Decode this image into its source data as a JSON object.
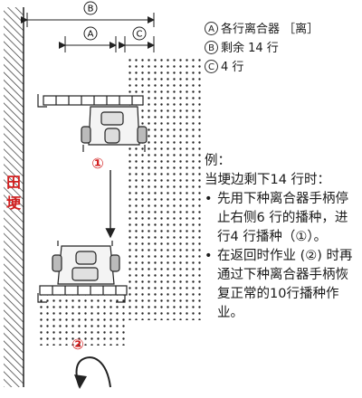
{
  "dimension_labels": {
    "a": "A",
    "b": "B",
    "c": "C"
  },
  "legend": [
    {
      "mark": "A",
      "text": "各行离合器 ［离］"
    },
    {
      "mark": "B",
      "text": "剩余 14 行"
    },
    {
      "mark": "C",
      "text": "4 行"
    }
  ],
  "field_label": "田埂",
  "step_markers": {
    "one": "①",
    "two": "②"
  },
  "note": {
    "heading": "例：",
    "intro": "当埂边剩下14 行时：",
    "bullets": [
      "先用下种离合器手柄停止右侧6 行的播种，进行4 行播种（①）。",
      "在返回时作业 (②) 时再通过下种离合器手柄恢复正常的10行播种作业。"
    ]
  },
  "colors": {
    "accent": "#d21f1f",
    "line": "#222222"
  }
}
